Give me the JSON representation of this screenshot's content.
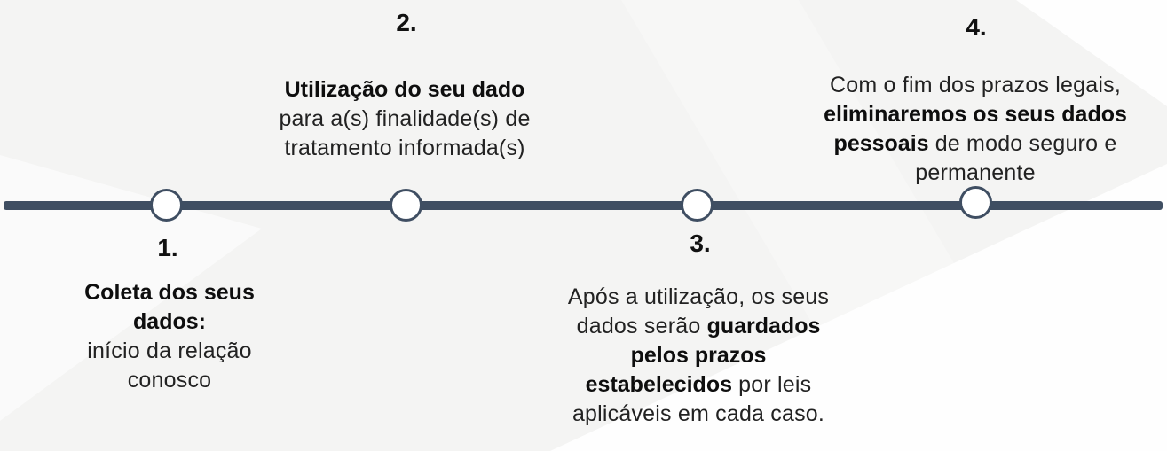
{
  "diagram": {
    "type": "horizontal-timeline",
    "language": "pt-BR",
    "colors": {
      "timeline": "#3f4e62",
      "node_fill": "#ffffff",
      "text": "#222222",
      "bold_text": "#0e0e0e",
      "background": "#f4f4f3"
    },
    "steps": [
      {
        "number": "1.",
        "label_position": "below",
        "lines": [
          {
            "segments": [
              {
                "text": "Coleta dos seus",
                "bold": true
              }
            ]
          },
          {
            "segments": [
              {
                "text": "dados:",
                "bold": true
              }
            ]
          },
          {
            "segments": [
              {
                "text": "início da relação",
                "bold": false
              }
            ]
          },
          {
            "segments": [
              {
                "text": "conosco",
                "bold": false
              }
            ]
          }
        ]
      },
      {
        "number": "2.",
        "label_position": "above",
        "lines": [
          {
            "segments": [
              {
                "text": "Utilização do seu dado",
                "bold": true
              }
            ]
          },
          {
            "segments": [
              {
                "text": "para a(s)  finalidade(s) de",
                "bold": false
              }
            ]
          },
          {
            "segments": [
              {
                "text": "tratamento informada(s)",
                "bold": false
              }
            ]
          }
        ]
      },
      {
        "number": "3.",
        "label_position": "below",
        "lines": [
          {
            "segments": [
              {
                "text": "Após a utilização, os seus",
                "bold": false
              }
            ]
          },
          {
            "segments": [
              {
                "text": "dados serão ",
                "bold": false
              },
              {
                "text": "guardados",
                "bold": true
              }
            ]
          },
          {
            "segments": [
              {
                "text": "pelos prazos",
                "bold": true
              }
            ]
          },
          {
            "segments": [
              {
                "text": "estabelecidos",
                "bold": true
              },
              {
                "text": " por leis",
                "bold": false
              }
            ]
          },
          {
            "segments": [
              {
                "text": "aplicáveis em cada caso.",
                "bold": false
              }
            ]
          }
        ]
      },
      {
        "number": "4.",
        "label_position": "above",
        "lines": [
          {
            "segments": [
              {
                "text": "Com o fim dos prazos legais,",
                "bold": false
              }
            ]
          },
          {
            "segments": [
              {
                "text": "eliminaremos os seus dados",
                "bold": true
              }
            ]
          },
          {
            "segments": [
              {
                "text": "pessoais",
                "bold": true
              },
              {
                "text": " de modo seguro e",
                "bold": false
              }
            ]
          },
          {
            "segments": [
              {
                "text": "permanente",
                "bold": false
              }
            ]
          }
        ]
      }
    ]
  }
}
